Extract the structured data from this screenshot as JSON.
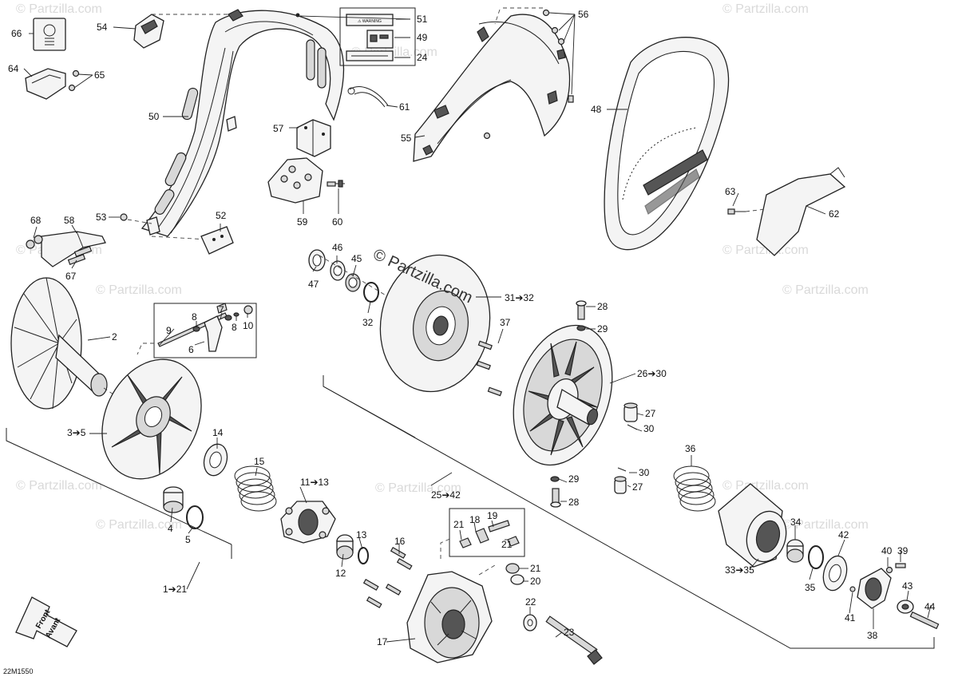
{
  "diagram_code": "22M1550",
  "watermark_main": "© Partzilla.com",
  "watermark_faint": "© Partzilla.com",
  "front_label_en": "Front",
  "front_label_fr": "Avant",
  "callouts": [
    {
      "id": "c1",
      "text": "1➔21"
    },
    {
      "id": "c2",
      "text": "2"
    },
    {
      "id": "c3",
      "text": "3➔5"
    },
    {
      "id": "c4",
      "text": "4"
    },
    {
      "id": "c5",
      "text": "5"
    },
    {
      "id": "c6",
      "text": "6"
    },
    {
      "id": "c7",
      "text": "7"
    },
    {
      "id": "c8a",
      "text": "8"
    },
    {
      "id": "c8b",
      "text": "8"
    },
    {
      "id": "c9",
      "text": "9"
    },
    {
      "id": "c10",
      "text": "10"
    },
    {
      "id": "c11",
      "text": "11➔13"
    },
    {
      "id": "c12",
      "text": "12"
    },
    {
      "id": "c13",
      "text": "13"
    },
    {
      "id": "c14",
      "text": "14"
    },
    {
      "id": "c15",
      "text": "15"
    },
    {
      "id": "c16",
      "text": "16"
    },
    {
      "id": "c17",
      "text": "17"
    },
    {
      "id": "c18",
      "text": "18"
    },
    {
      "id": "c19",
      "text": "19"
    },
    {
      "id": "c20",
      "text": "20"
    },
    {
      "id": "c21a",
      "text": "21"
    },
    {
      "id": "c21b",
      "text": "21"
    },
    {
      "id": "c21c",
      "text": "21"
    },
    {
      "id": "c22",
      "text": "22"
    },
    {
      "id": "c23",
      "text": "23"
    },
    {
      "id": "c24",
      "text": "24"
    },
    {
      "id": "c25",
      "text": "25➔42"
    },
    {
      "id": "c26",
      "text": "26➔30"
    },
    {
      "id": "c27a",
      "text": "27"
    },
    {
      "id": "c27b",
      "text": "27"
    },
    {
      "id": "c28a",
      "text": "28"
    },
    {
      "id": "c28b",
      "text": "28"
    },
    {
      "id": "c29a",
      "text": "29"
    },
    {
      "id": "c29b",
      "text": "29"
    },
    {
      "id": "c30a",
      "text": "30"
    },
    {
      "id": "c30b",
      "text": "30"
    },
    {
      "id": "c31",
      "text": "31➔32"
    },
    {
      "id": "c32",
      "text": "32"
    },
    {
      "id": "c33",
      "text": "33➔35"
    },
    {
      "id": "c34",
      "text": "34"
    },
    {
      "id": "c35",
      "text": "35"
    },
    {
      "id": "c36",
      "text": "36"
    },
    {
      "id": "c37",
      "text": "37"
    },
    {
      "id": "c38",
      "text": "38"
    },
    {
      "id": "c39",
      "text": "39"
    },
    {
      "id": "c40",
      "text": "40"
    },
    {
      "id": "c41",
      "text": "41"
    },
    {
      "id": "c42",
      "text": "42"
    },
    {
      "id": "c43",
      "text": "43"
    },
    {
      "id": "c44",
      "text": "44"
    },
    {
      "id": "c45",
      "text": "45"
    },
    {
      "id": "c46",
      "text": "46"
    },
    {
      "id": "c47",
      "text": "47"
    },
    {
      "id": "c48",
      "text": "48"
    },
    {
      "id": "c49",
      "text": "49"
    },
    {
      "id": "c50",
      "text": "50"
    },
    {
      "id": "c51",
      "text": "51"
    },
    {
      "id": "c52",
      "text": "52"
    },
    {
      "id": "c53",
      "text": "53"
    },
    {
      "id": "c54",
      "text": "54"
    },
    {
      "id": "c55",
      "text": "55"
    },
    {
      "id": "c56",
      "text": "56"
    },
    {
      "id": "c57",
      "text": "57"
    },
    {
      "id": "c58",
      "text": "58"
    },
    {
      "id": "c59",
      "text": "59"
    },
    {
      "id": "c60",
      "text": "60"
    },
    {
      "id": "c61",
      "text": "61"
    },
    {
      "id": "c62",
      "text": "62"
    },
    {
      "id": "c63",
      "text": "63"
    },
    {
      "id": "c64",
      "text": "64"
    },
    {
      "id": "c65",
      "text": "65"
    },
    {
      "id": "c66",
      "text": "66"
    },
    {
      "id": "c67",
      "text": "67"
    },
    {
      "id": "c68",
      "text": "68"
    }
  ]
}
